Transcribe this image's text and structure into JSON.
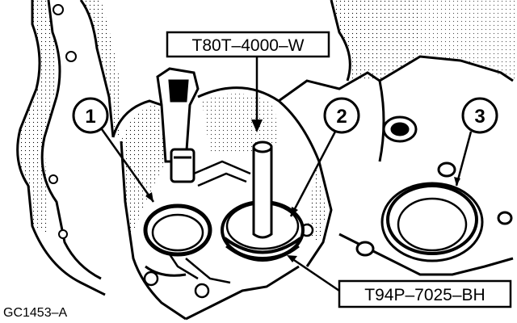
{
  "figure": {
    "id": "GC1453–A"
  },
  "tool_labels": {
    "top": "T80T–4000–W",
    "bottom_right": "T94P–7025–BH"
  },
  "callouts": [
    "1",
    "2",
    "3"
  ]
}
